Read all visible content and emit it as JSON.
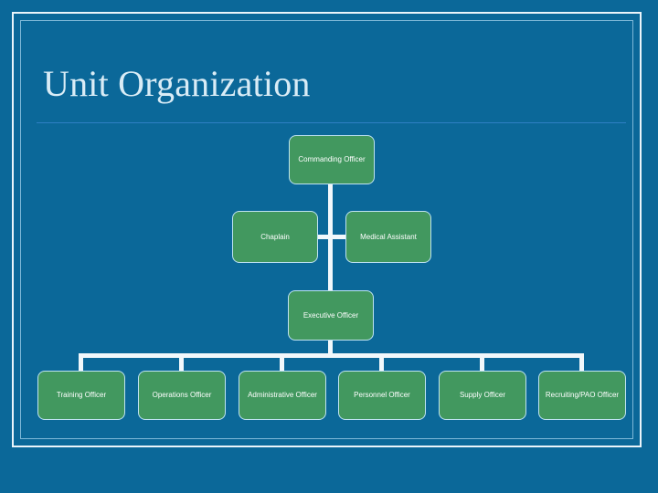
{
  "slide": {
    "title": "Unit Organization",
    "background_color": "#0b6899",
    "node_fill_color": "#42985f",
    "node_border_color": "#bfe3f2",
    "connector_color": "#f2f8fb",
    "title_color": "#d9ecf6",
    "rule_color": "#2f7fc4"
  },
  "chart_data": {
    "type": "diagram",
    "title": "Unit Organization",
    "orientation": "top-down",
    "nodes": [
      {
        "id": "co",
        "label": "Commanding Officer",
        "level": 0,
        "role": "root"
      },
      {
        "id": "chap",
        "label": "Chaplain",
        "level": 1,
        "role": "assistant"
      },
      {
        "id": "medasst",
        "label": "Medical Assistant",
        "level": 1,
        "role": "assistant"
      },
      {
        "id": "xo",
        "label": "Executive Officer",
        "level": 2,
        "role": "deputy"
      },
      {
        "id": "train",
        "label": "Training Officer",
        "level": 3,
        "role": "staff"
      },
      {
        "id": "ops",
        "label": "Operations Officer",
        "level": 3,
        "role": "staff"
      },
      {
        "id": "admin",
        "label": "Administrative Officer",
        "level": 3,
        "role": "staff"
      },
      {
        "id": "pers",
        "label": "Personnel Officer",
        "level": 3,
        "role": "staff"
      },
      {
        "id": "supply",
        "label": "Supply Officer",
        "level": 3,
        "role": "staff"
      },
      {
        "id": "recpao",
        "label": "Recruiting/PAO Officer",
        "level": 3,
        "role": "staff"
      }
    ],
    "edges": [
      {
        "from": "co",
        "to": "chap"
      },
      {
        "from": "co",
        "to": "medasst"
      },
      {
        "from": "co",
        "to": "xo"
      },
      {
        "from": "xo",
        "to": "train"
      },
      {
        "from": "xo",
        "to": "ops"
      },
      {
        "from": "xo",
        "to": "admin"
      },
      {
        "from": "xo",
        "to": "pers"
      },
      {
        "from": "xo",
        "to": "supply"
      },
      {
        "from": "xo",
        "to": "recpao"
      }
    ]
  }
}
